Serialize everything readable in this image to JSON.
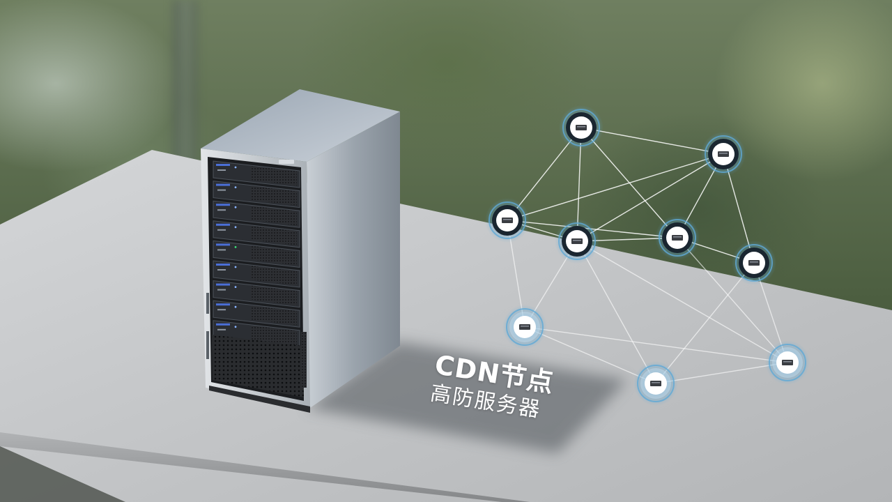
{
  "caption": {
    "title": "CDN节点",
    "subtitle": "高防服务器"
  },
  "scene": {
    "subject": "server-tower",
    "node_icon": "server-icon",
    "colors": {
      "accent": "#5fa9d6",
      "line": "#ffffff",
      "table": "#c7c9cb",
      "server_body": "#9aa3ab"
    }
  }
}
